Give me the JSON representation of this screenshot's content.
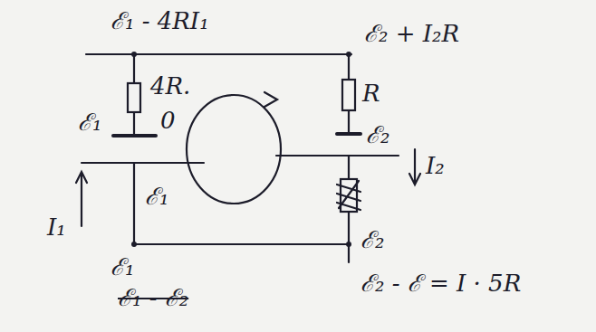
{
  "diagram": {
    "labels": [
      "ℰ₁ - 4RI₁",
      "ℰ₂ + I₂R",
      "4R.",
      "R",
      "ℰ₁",
      "0",
      "ℰ₂",
      "I₂",
      "I₁",
      "ℰ₁",
      "ℰ₁",
      "ℰ₁ - ℰ₂",
      "ℰ₂",
      "ℰ₂ - ℰ = I · 5R"
    ]
  }
}
